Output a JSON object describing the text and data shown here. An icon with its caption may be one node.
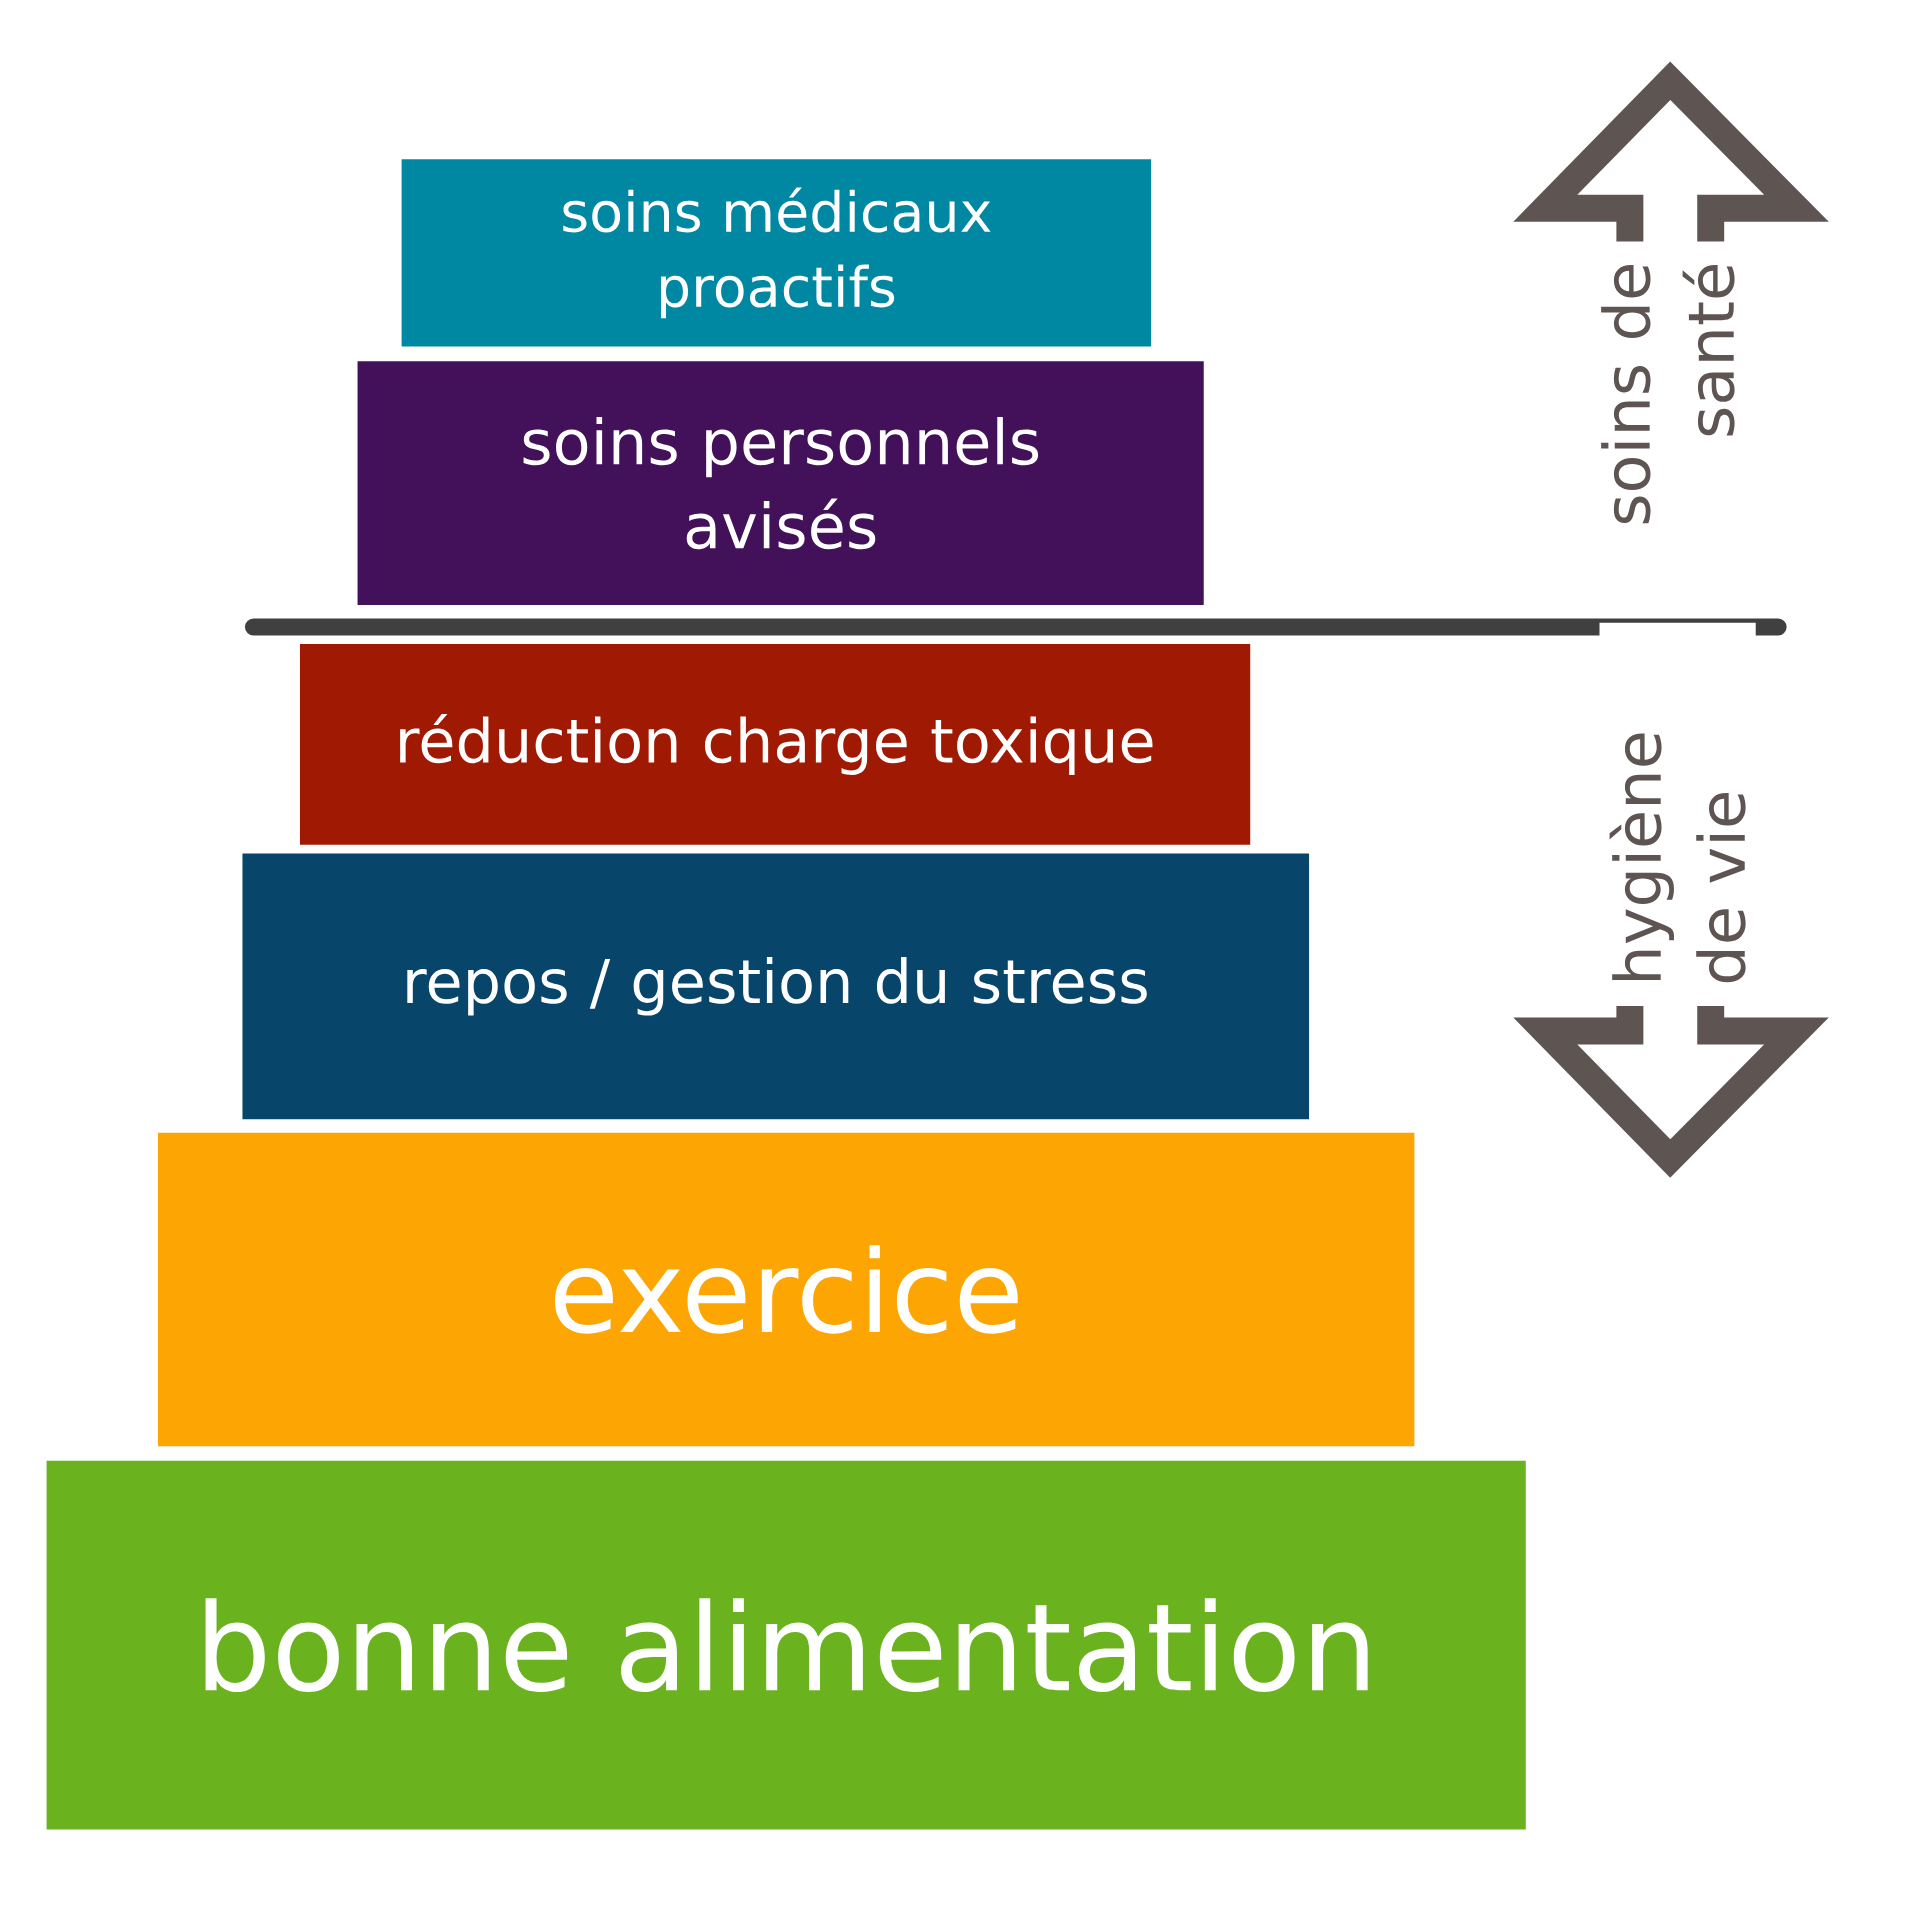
{
  "diagram": {
    "nodes": [
      {
        "text": [
          "soins médicaux proactifs"
        ]
      },
      {
        "text": [
          "soins personnels avisés"
        ]
      },
      {
        "text": [
          "réduction charge toxique"
        ]
      },
      {
        "text": [
          "repos / gestion du stress"
        ]
      },
      {
        "text": [
          "exercice"
        ]
      },
      {
        "text": [
          "bonne alimentation"
        ]
      }
    ],
    "edges": [],
    "labels": [
      "soins de santé",
      "hygiène de vie"
    ]
  }
}
